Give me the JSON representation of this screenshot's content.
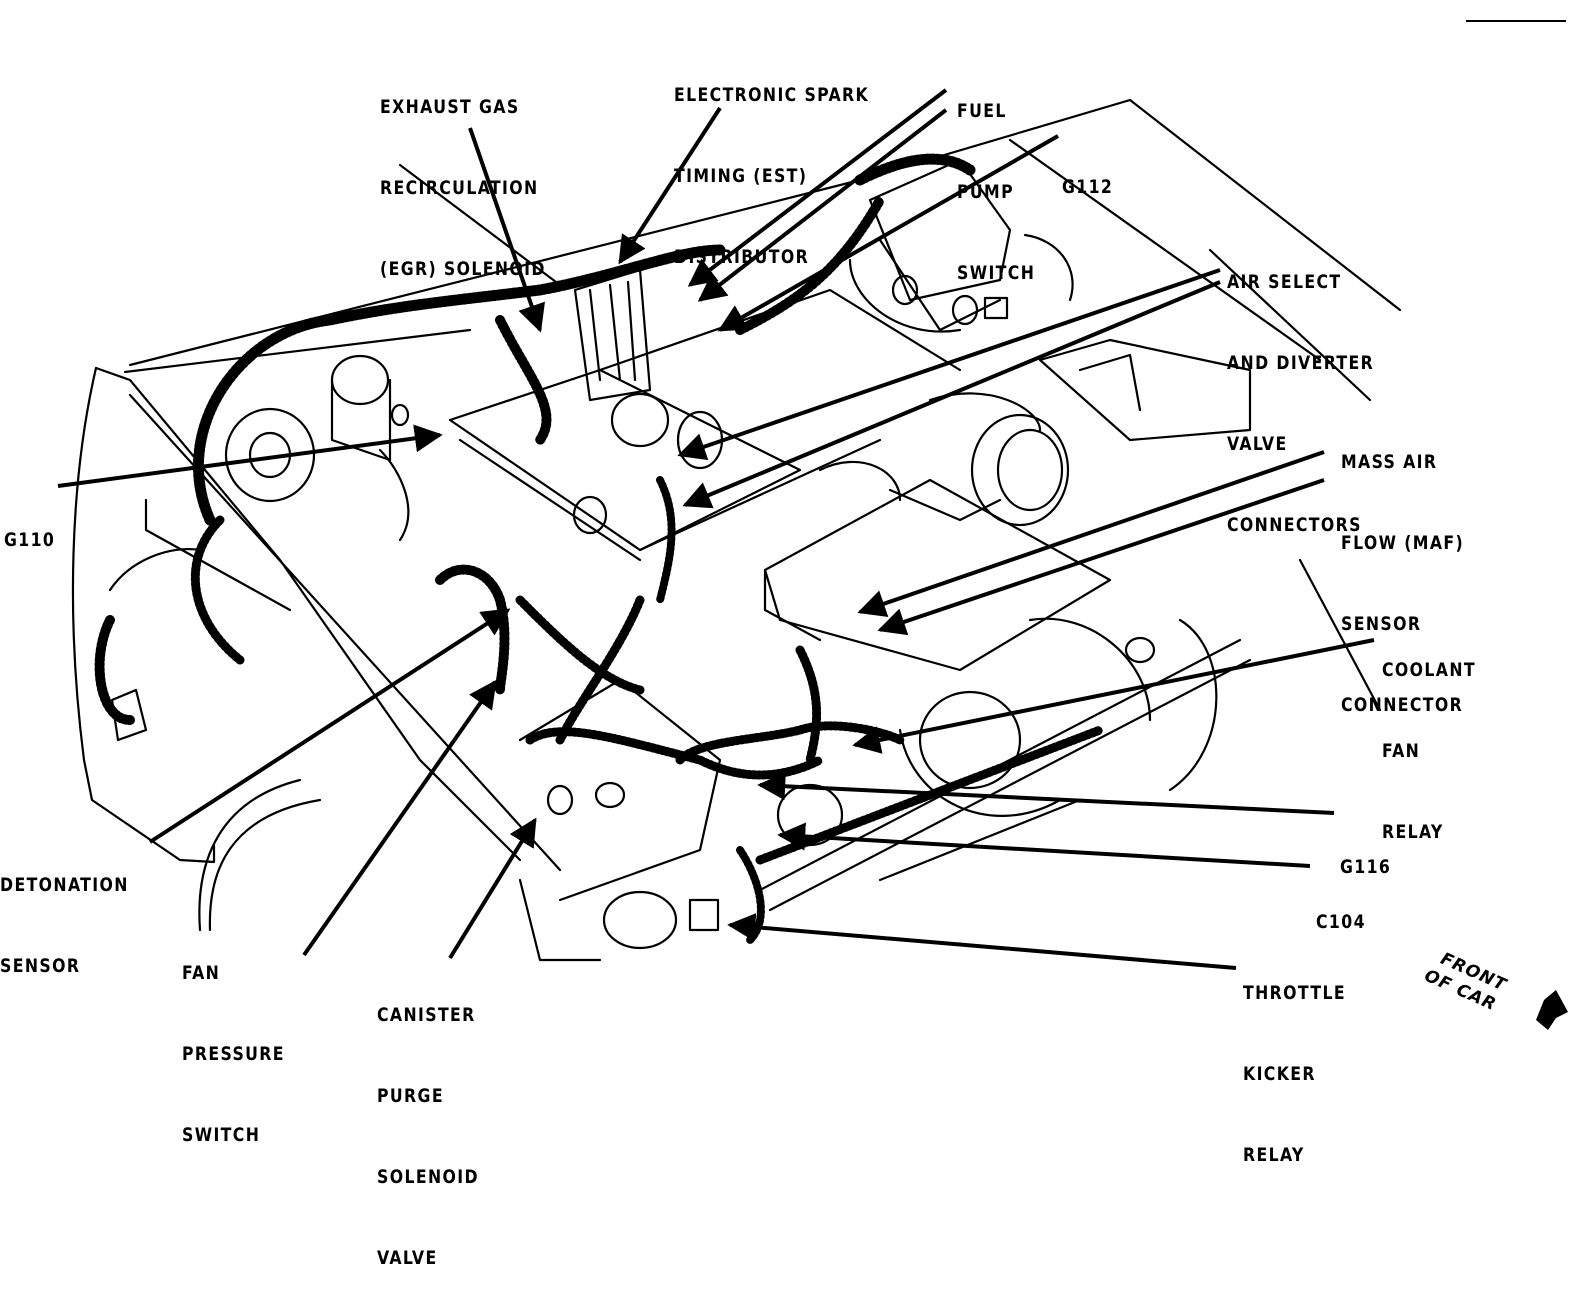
{
  "diagram": {
    "title": "Engine compartment component locator",
    "line_color": "#000000",
    "background": "#ffffff",
    "callouts": [
      {
        "id": "egr",
        "lines": [
          "EXHAUST GAS",
          "RECIRCULATION",
          "(EGR) SOLENOID"
        ]
      },
      {
        "id": "est",
        "lines": [
          "ELECTRONIC SPARK",
          "TIMING (EST)",
          "DISTRIBUTOR"
        ]
      },
      {
        "id": "fuel-pump",
        "lines": [
          "FUEL",
          "PUMP",
          "SWITCH"
        ]
      },
      {
        "id": "g112",
        "lines": [
          "G112"
        ]
      },
      {
        "id": "air-select",
        "lines": [
          "AIR SELECT",
          "AND DIVERTER",
          "VALVE",
          "CONNECTORS"
        ]
      },
      {
        "id": "maf",
        "lines": [
          "MASS AIR",
          "FLOW (MAF)",
          "SENSOR",
          "CONNECTOR"
        ]
      },
      {
        "id": "g110",
        "lines": [
          "G110"
        ]
      },
      {
        "id": "coolant-fan",
        "lines": [
          "COOLANT",
          "FAN",
          "RELAY"
        ]
      },
      {
        "id": "g116",
        "lines": [
          "G116"
        ]
      },
      {
        "id": "c104",
        "lines": [
          "C104"
        ]
      },
      {
        "id": "throttle-kicker",
        "lines": [
          "THROTTLE",
          "KICKER",
          "RELAY"
        ]
      },
      {
        "id": "detonation",
        "lines": [
          "DETONATION",
          "SENSOR"
        ]
      },
      {
        "id": "fan-pressure",
        "lines": [
          "FAN",
          "PRESSURE",
          "SWITCH"
        ]
      },
      {
        "id": "canister",
        "lines": [
          "CANISTER",
          "PURGE",
          "SOLENOID",
          "VALVE"
        ]
      }
    ],
    "orientation": {
      "lines": [
        "FRONT",
        "OF CAR"
      ],
      "icon": "direction-arrow-icon"
    }
  }
}
